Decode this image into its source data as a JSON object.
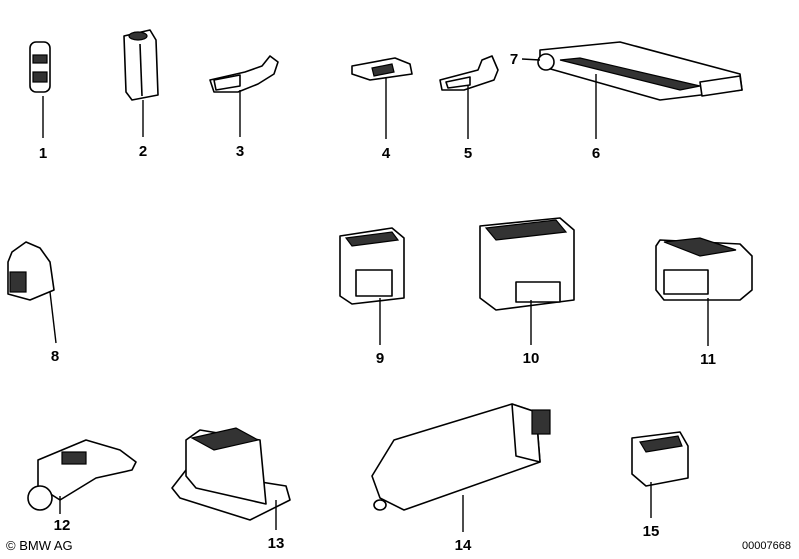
{
  "diagram": {
    "parts": [
      {
        "label": "1"
      },
      {
        "label": "2"
      },
      {
        "label": "3"
      },
      {
        "label": "4"
      },
      {
        "label": "5"
      },
      {
        "label": "6"
      },
      {
        "label": "7"
      },
      {
        "label": "8"
      },
      {
        "label": "9"
      },
      {
        "label": "10"
      },
      {
        "label": "11"
      },
      {
        "label": "12"
      },
      {
        "label": "13"
      },
      {
        "label": "14"
      },
      {
        "label": "15"
      }
    ]
  },
  "footer": {
    "copyright": "© BMW AG",
    "document_id": "00007668"
  }
}
